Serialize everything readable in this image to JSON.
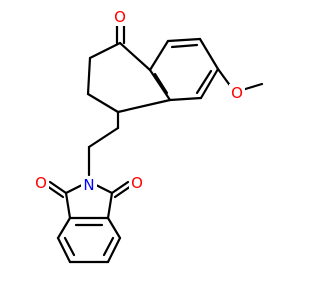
{
  "molecule": {
    "colors": {
      "bond": "#000000",
      "oxygen": "#ff0000",
      "nitrogen": "#0000ff",
      "background": "#ffffff"
    },
    "atoms": {
      "ketone_oxygen": "O",
      "methoxy_oxygen": "O",
      "imide_oxygen_left": "O",
      "imide_oxygen_right": "O",
      "imide_nitrogen": "N"
    }
  }
}
